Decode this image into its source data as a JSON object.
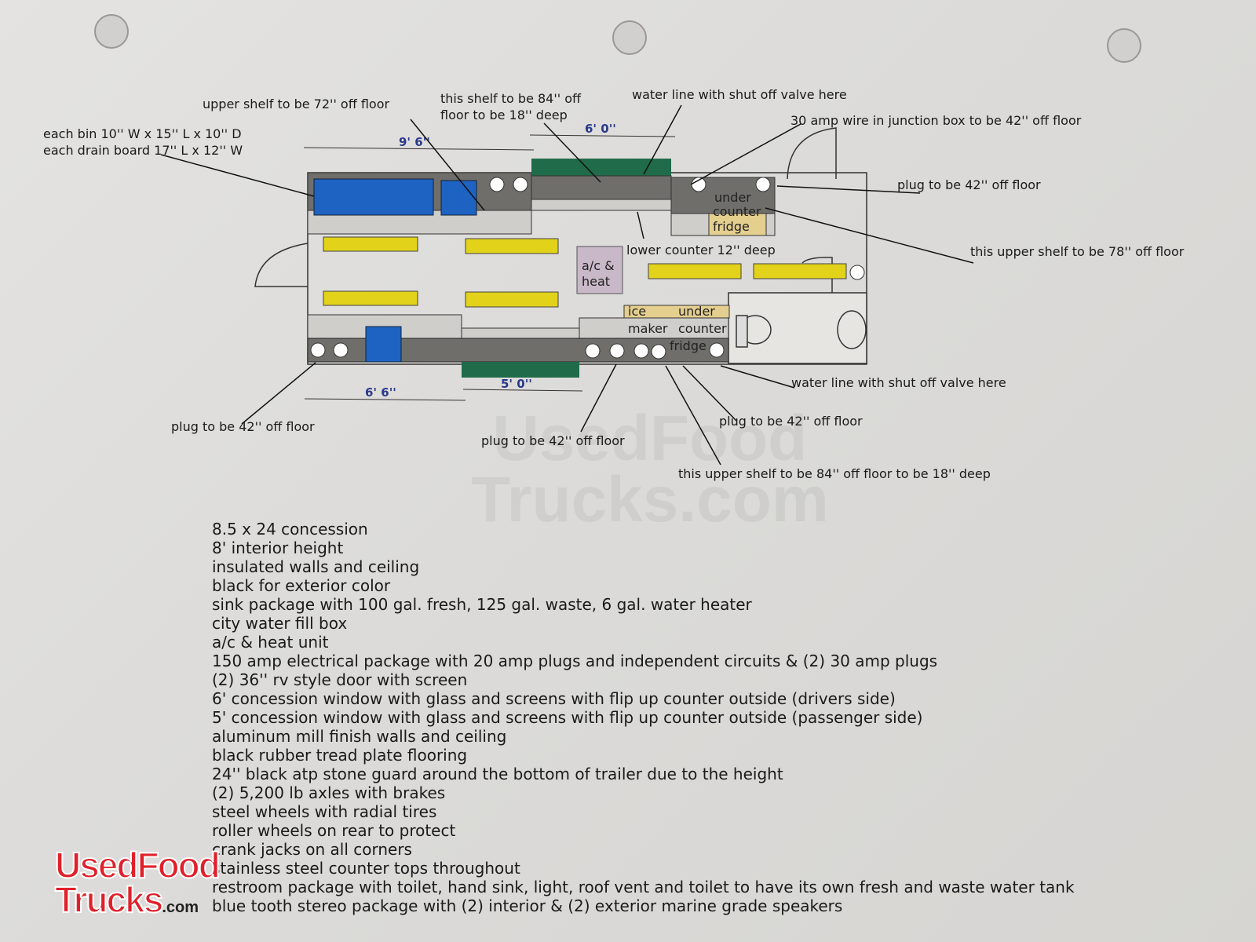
{
  "diagram": {
    "labels": {
      "bins": "each bin 10'' W x 15'' L x 10'' D",
      "drain": "each drain board 17'' L x 12'' W",
      "upper72": "upper shelf to be 72'' off floor",
      "shelf84a": "this shelf to be 84'' off",
      "shelf84b": "floor to be 18''  deep",
      "waterTop": "water line with shut off valve here",
      "amp30": "30 amp wire in junction box to be 42'' off floor",
      "plugRight": "plug to be 42'' off floor",
      "upper78": "this upper shelf to be 78'' off floor",
      "lowerCounter": "lower counter 12'' deep",
      "waterBottom": "water line with shut off valve here",
      "plugBottomRight": "plug to be 42'' off floor",
      "plugBottomLeft": "plug to be 42'' off floor",
      "plugBottomMid": "plug to be 42'' off floor",
      "upper84b": "this upper shelf to be 84'' off floor to be 18'' deep"
    },
    "dims": {
      "d1": "9' 6''",
      "d2": "6' 0''",
      "d3": "6' 6''",
      "d4": "5' 0''"
    },
    "inner": {
      "ac1": "a/c &",
      "ac2": "heat",
      "ucf1": "under",
      "ucf2": "counter",
      "ucf3": "fridge",
      "ice1": "ice",
      "ice2": "maker",
      "ucf4": "under",
      "ucf5": "counter",
      "ucf6": "fridge"
    },
    "colors": {
      "counter": "#6f6e6a",
      "sink": "#1f63c2",
      "window": "#1f6b4a",
      "equipment": "#e2d21a",
      "fridge": "#e5cf8f",
      "ac": "#c9b8c8"
    }
  },
  "specs": [
    "8.5 x 24 concession",
    "8' interior height",
    "insulated walls and ceiling",
    "black for exterior color",
    "sink package with 100 gal. fresh, 125 gal. waste, 6 gal. water heater",
    "city water fill box",
    "a/c & heat unit",
    "150 amp electrical package with 20 amp plugs and independent circuits & (2) 30 amp plugs",
    "(2) 36'' rv style door with screen",
    "6' concession window with glass and screens with flip up counter outside (drivers side)",
    "5' concession window with glass and screens with flip up counter outside (passenger side)",
    "aluminum mill finish walls and ceiling",
    "black rubber tread plate flooring",
    "24'' black atp stone guard around the bottom of trailer due to the height",
    "(2) 5,200 lb axles with brakes",
    "steel wheels with radial tires",
    "roller wheels on rear to protect",
    "crank jacks on all corners",
    "stainless steel counter tops throughout",
    "restroom package with toilet, hand sink, light, roof vent and toilet to have its own fresh and waste water tank",
    "blue tooth stereo package with (2) interior & (2) exterior marine grade speakers"
  ],
  "watermark": {
    "line1": "UsedFood",
    "line2": "Trucks.com"
  },
  "logo": {
    "line1": "UsedFood",
    "line2": "Trucks",
    "suffix": ".com"
  }
}
